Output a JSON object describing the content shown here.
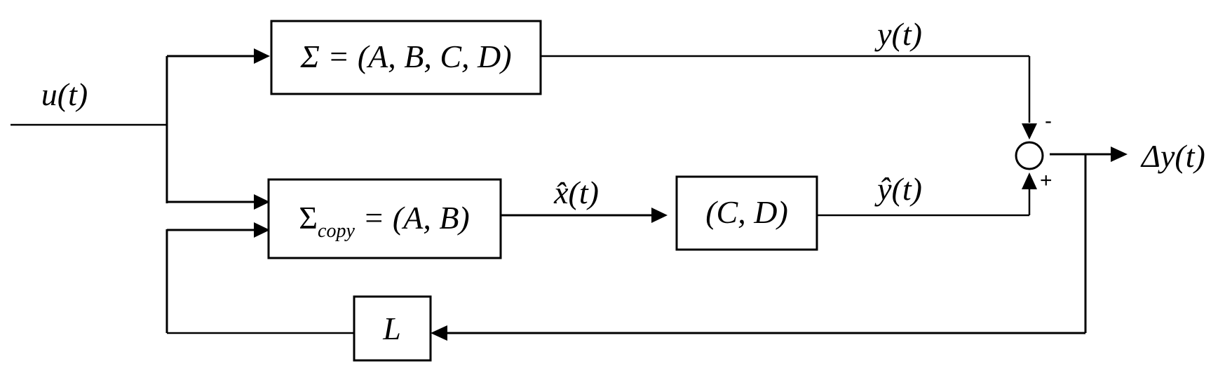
{
  "signals": {
    "input": "u(t)",
    "plant_output": "y(t)",
    "state_estimate": "x̂(t)",
    "output_estimate": "ŷ(t)",
    "error": "Δy(t)"
  },
  "blocks": {
    "plant": "Σ = (A, B, C, D)",
    "copy": "Σcopy = (A, B)",
    "output_map": "(C, D)",
    "gain": "L"
  },
  "summing_junction": {
    "minus_sign": "-",
    "plus_sign": "+"
  }
}
